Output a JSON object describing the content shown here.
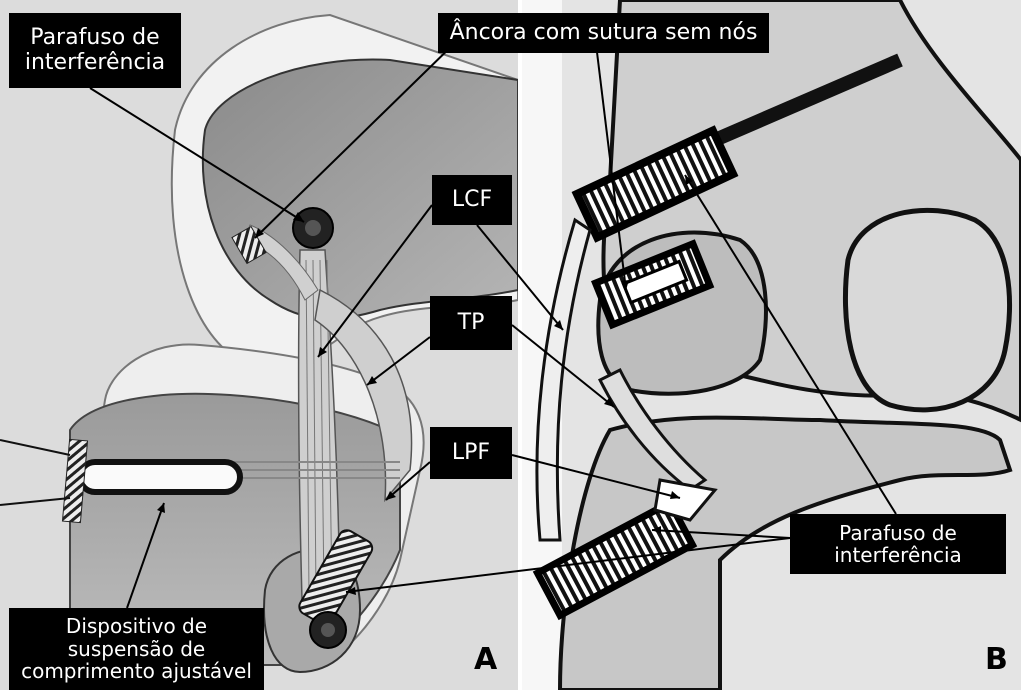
{
  "figure": {
    "panel_a": "A",
    "panel_b": "B",
    "labels": {
      "parafuso_top": "Parafuso de\ninterferência",
      "ancora": "Âncora com sutura sem nós",
      "lcf": "LCF",
      "tp": "TP",
      "lpf": "LPF",
      "parafuso_right": "Parafuso de\ninterferência",
      "dispositivo": "Dispositivo de\nsuspensão de\ncomprimento ajustável"
    }
  }
}
